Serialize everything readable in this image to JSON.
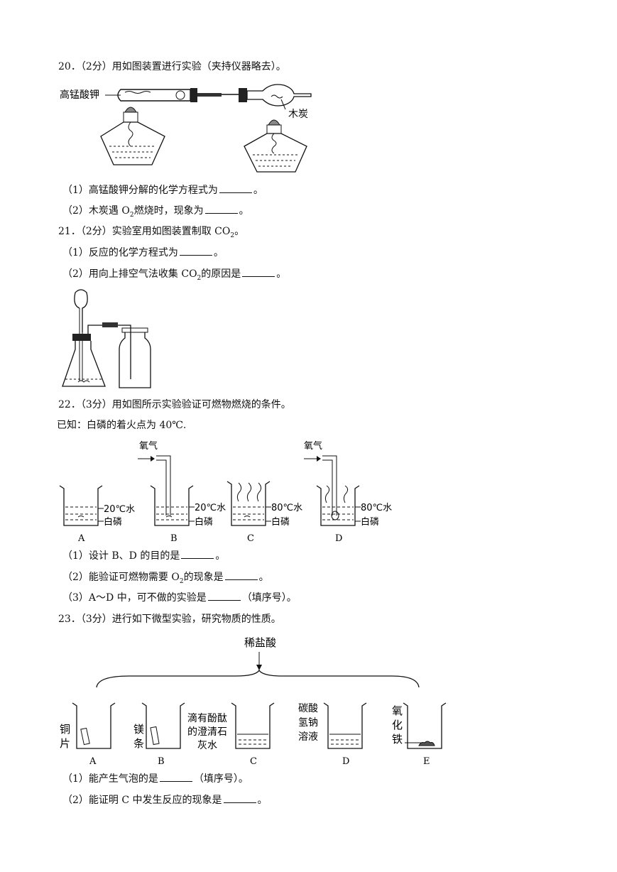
{
  "q20": {
    "stem": "20．（2分）用如图装置进行实验（夹持仪器略去）。",
    "label_left": "高锰酸钾",
    "label_right": "木炭",
    "p1_pre": "（1）高锰酸钾分解的化学方程式为",
    "p1_post": "。",
    "p2_pre": "（2）木炭遇 O",
    "p2_sub": "2",
    "p2_post": "燃烧时，现象为",
    "p2_end": "。"
  },
  "q21": {
    "stem_pre": "21．（2分）实验室用如图装置制取 CO",
    "stem_sub": "2",
    "stem_post": "。",
    "p1_pre": "（1）反应的化学方程式为",
    "p1_post": "。",
    "p2_pre": "（2）用向上排空气法收集 CO",
    "p2_sub": "2",
    "p2_post": "的原因是",
    "p2_end": "。"
  },
  "q22": {
    "stem": "22．（3分）用如图所示实验验证可燃物燃烧的条件。",
    "known": "已知：白磷的着火点为 40℃.",
    "oxygen": "氧气",
    "water20": "20℃水",
    "water80": "80℃水",
    "phosphorus": "白磷",
    "caps": [
      "A",
      "B",
      "C",
      "D"
    ],
    "p1_pre": "（1）设计 B、D 的目的是",
    "p1_post": "。",
    "p2_pre": "（2）能验证可燃物需要 O",
    "p2_sub": "2",
    "p2_post": "的现象是",
    "p2_end": "。",
    "p3_pre": "（3）A～D 中，可不做的实验是",
    "p3_post": "（填序号）。"
  },
  "q23": {
    "stem": "23．（3分）进行如下微型实验，研究物质的性质。",
    "acid": "稀盐酸",
    "a_label": [
      "铜",
      "片"
    ],
    "b_label": [
      "镁",
      "条"
    ],
    "c_label": [
      "滴有酚酞",
      "的澄清石",
      "灰水"
    ],
    "d_label": [
      "碳酸",
      "氢钠",
      "溶液"
    ],
    "e_label": [
      "氧",
      "化",
      "铁"
    ],
    "caps": [
      "A",
      "B",
      "C",
      "D",
      "E"
    ],
    "p1_pre": "（1）能产生气泡的是",
    "p1_post": "（填序号）。",
    "p2_pre": "（2）能证明 C 中发生反应的现象是",
    "p2_post": "。"
  }
}
